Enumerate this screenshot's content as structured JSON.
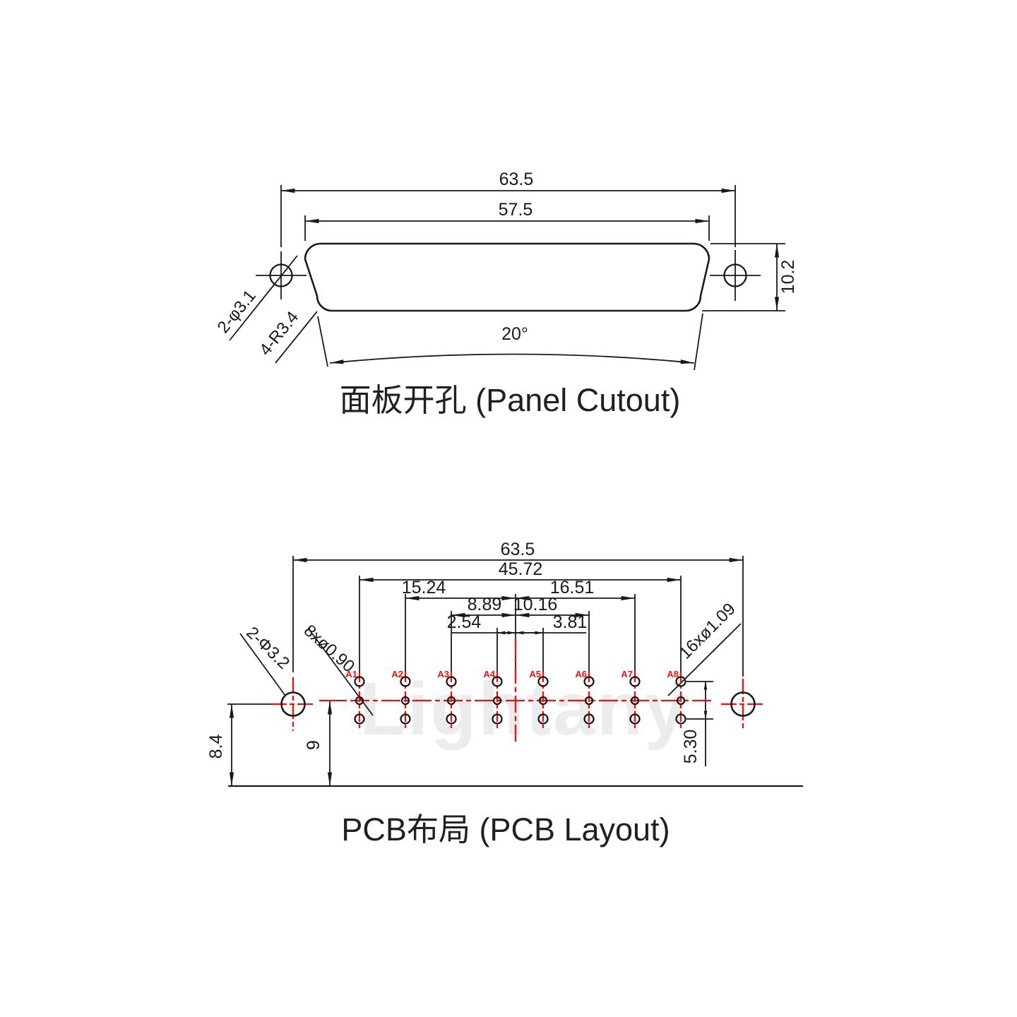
{
  "watermark": "Lightany",
  "colors": {
    "line": "#1a1a1a",
    "accent_red": "#f01010",
    "watermark": "#dedede",
    "background": "#ffffff"
  },
  "panel_cutout": {
    "title": "面板开孔 (Panel Cutout)",
    "dim_outer_width": "63.5",
    "dim_cutout_width": "57.5",
    "dim_cutout_height": "10.2",
    "dim_side_angle": "20°",
    "label_mounting_holes": "2-φ3.1",
    "label_corner_radius": "4-R3.4"
  },
  "pcb_layout": {
    "title": "PCB布局 (PCB Layout)",
    "dim_outer_width": "63.5",
    "dim_pin_span": "45.72",
    "dim_a2_to_center": "15.24",
    "dim_center_to_a7": "16.51",
    "dim_a3_to_center": "8.89",
    "dim_center_to_a6": "10.16",
    "dim_a4_to_center": "2.54",
    "dim_center_to_a5": "3.81",
    "dim_mount_hole_height": "8.4",
    "dim_row_height": "9",
    "dim_pin_column_height": "5.30",
    "label_mounting_holes": "2-Φ3.2",
    "label_signal_holes": "8xø0.90",
    "label_shield_holes": "16xø1.09",
    "pins": [
      "A1",
      "A2",
      "A3",
      "A4",
      "A5",
      "A6",
      "A7",
      "A8"
    ]
  }
}
